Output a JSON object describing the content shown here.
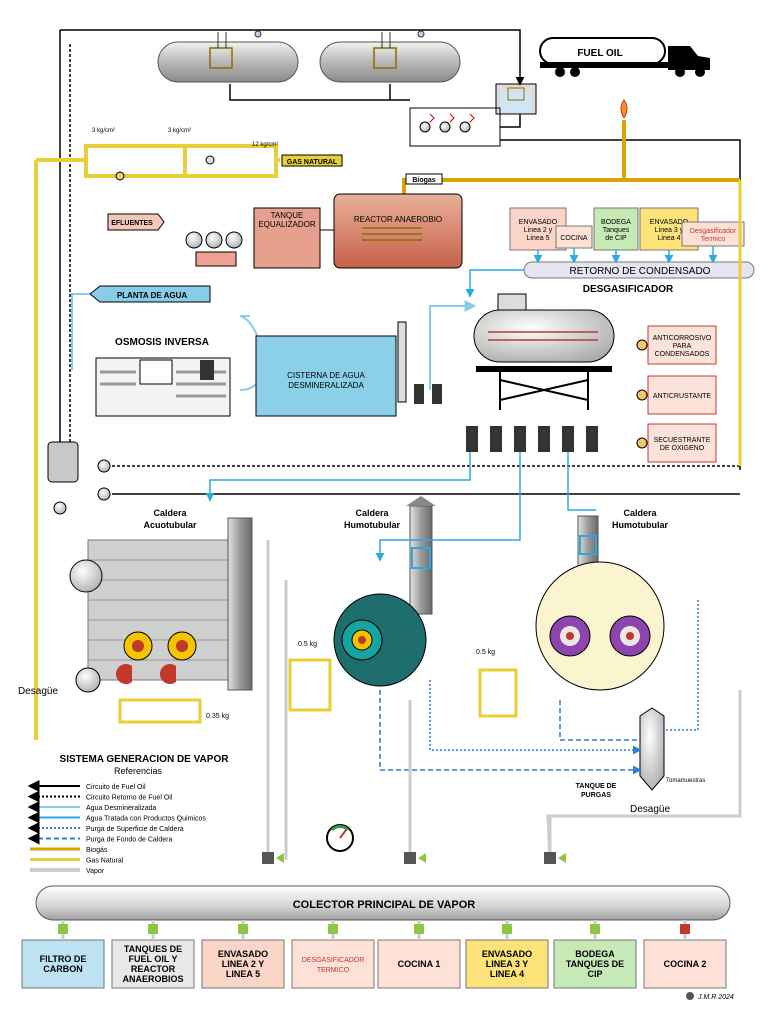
{
  "tanks": {
    "fuel_oil": "FUEL OIL",
    "gas_natural": "GAS NATURAL",
    "biogas": "Biogas",
    "efluentes": "EFLUENTES",
    "tanque_equalizador": [
      "TANQUE",
      "EQUALIZADOR"
    ],
    "reactor": "REACTOR ANAEROBIO",
    "planta_agua": "PLANTA DE AGUA",
    "osmosis": "OSMOSIS INVERSA",
    "cisterna": [
      "CISTERNA DE AGUA",
      "DESMINERALIZADA"
    ],
    "desgasificador": "DESGASIFICADOR",
    "retorno": "RETORNO DE CONDENSADO",
    "pressure_labels": [
      "3 kg/cm²",
      "3 kg/cm²",
      "12 kg/cm²"
    ]
  },
  "consumers_top": [
    {
      "lines": [
        "ENVASADO",
        "Linea 2 y",
        "Linea 5"
      ],
      "color": "#fbd5c8",
      "text_color": "#000000"
    },
    {
      "lines": [
        "COCINA"
      ],
      "color": "#fde0d6",
      "text_color": "#000000"
    },
    {
      "lines": [
        "BODEGA",
        "Tanques",
        "de CIP"
      ],
      "color": "#c6e9b6",
      "text_color": "#000000"
    },
    {
      "lines": [
        "ENVASADO",
        "Linea 3 y",
        "Linea 4"
      ],
      "color": "#fde37a",
      "text_color": "#000000"
    },
    {
      "lines": [
        "Desgasificador",
        "Termico"
      ],
      "color": "#fde0d6",
      "text_color": "#c0392b"
    }
  ],
  "chemicals": [
    {
      "lines": [
        "ANTICORROSIVO",
        "PARA",
        "CONDENSADOS"
      ]
    },
    {
      "lines": [
        "ANTICRUSTANTE"
      ]
    },
    {
      "lines": [
        "SECUESTRANTE",
        "DE OXIGENO"
      ]
    }
  ],
  "boilers": {
    "b1": [
      "Caldera",
      "Acuotubular"
    ],
    "b2": [
      "Caldera",
      "Humotubular"
    ],
    "b3": [
      "Caldera",
      "Humotubular"
    ],
    "desague_left": "Desagüe",
    "desague_right": "Desagüe",
    "p1": "0.35 kg",
    "p2": "0.5 kg",
    "p3": "0.5 kg",
    "tanque_purgas": [
      "TANQUE DE",
      "PURGAS"
    ],
    "tomamuestras": "Tomamuestras"
  },
  "legend": {
    "title": "SISTEMA GENERACION DE VAPOR",
    "subtitle": "Referencias",
    "items": [
      {
        "label": "Circuito de Fuel Oil",
        "color": "#000000",
        "style": "solid",
        "width": 2
      },
      {
        "label": "Circuito Retorno de Fuel Oil",
        "color": "#000000",
        "style": "dotted",
        "width": 2
      },
      {
        "label": "Agua Desmineralizada",
        "color": "#87cdea",
        "style": "solid",
        "width": 2
      },
      {
        "label": "Agua Tratada con Productos Quimicos",
        "color": "#29abe2",
        "style": "solid",
        "width": 2
      },
      {
        "label": "Purga de Superficie de Caldera",
        "color": "#2f7fd1",
        "style": "dotted",
        "width": 2
      },
      {
        "label": "Purga de Fondo de Caldera",
        "color": "#2f7fd1",
        "style": "dashed",
        "width": 2
      },
      {
        "label": "Biogás",
        "color": "#d9a400",
        "style": "solid",
        "width": 3
      },
      {
        "label": "Gas Natural",
        "color": "#e8cf3a",
        "style": "solid",
        "width": 3
      },
      {
        "label": "Vapor",
        "color": "#cccccc",
        "style": "solid",
        "width": 4
      }
    ]
  },
  "collector": "COLECTOR PRINCIPAL DE VAPOR",
  "consumers_bottom": [
    {
      "lines": [
        "FILTRO DE",
        "CARBON"
      ],
      "color": "#bde3f3",
      "text_color": "#000000"
    },
    {
      "lines": [
        "TANQUES DE",
        "FUEL OIL Y",
        "REACTOR",
        "ANAEROBIOS"
      ],
      "color": "#e8e8e8",
      "text_color": "#000000"
    },
    {
      "lines": [
        "ENVASADO",
        "LINEA 2 Y",
        "LINEA 5"
      ],
      "color": "#fbd5c8",
      "text_color": "#000000"
    },
    {
      "lines": [
        "DESGASIFICADOR",
        "TERMICO"
      ],
      "color": "#fde0d6",
      "text_color": "#c0392b"
    },
    {
      "lines": [
        "COCINA 1"
      ],
      "color": "#fde0d6",
      "text_color": "#000000"
    },
    {
      "lines": [
        "ENVASADO",
        "LINEA 3 Y",
        "LINEA 4"
      ],
      "color": "#fde37a",
      "text_color": "#000000"
    },
    {
      "lines": [
        "BODEGA",
        "TANQUES DE",
        "CIP"
      ],
      "color": "#c6e9b6",
      "text_color": "#000000"
    },
    {
      "lines": [
        "COCINA 2"
      ],
      "color": "#fde0d6",
      "text_color": "#000000"
    }
  ],
  "signature": "J.M.R 2024"
}
